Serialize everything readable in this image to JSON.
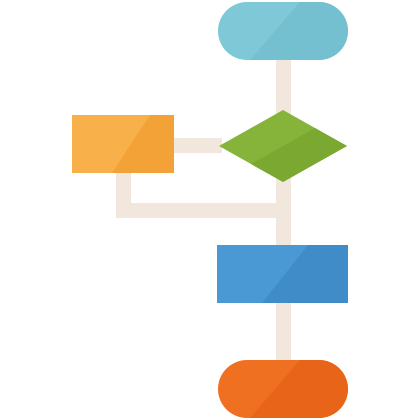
{
  "flowchart_icon": {
    "colors": {
      "background": "#ffffff",
      "connector": "#f1e7dc",
      "terminal_start": "#7ec8d8",
      "terminal_start_highlight": "#74bfd0",
      "decision": "#86b33a",
      "decision_highlight": "#7aa831",
      "side_process": "#f8b04a",
      "side_process_highlight": "#f2a236",
      "process": "#4a98d4",
      "process_highlight": "#3f8cc8",
      "terminal_end": "#f07022",
      "terminal_end_highlight": "#e86418"
    },
    "shapes": [
      {
        "role": "terminal",
        "icon": "rounded-pill-start"
      },
      {
        "role": "decision",
        "icon": "diamond"
      },
      {
        "role": "process",
        "icon": "rectangle-side"
      },
      {
        "role": "process",
        "icon": "rectangle-main"
      },
      {
        "role": "terminal",
        "icon": "rounded-pill-end"
      }
    ]
  }
}
